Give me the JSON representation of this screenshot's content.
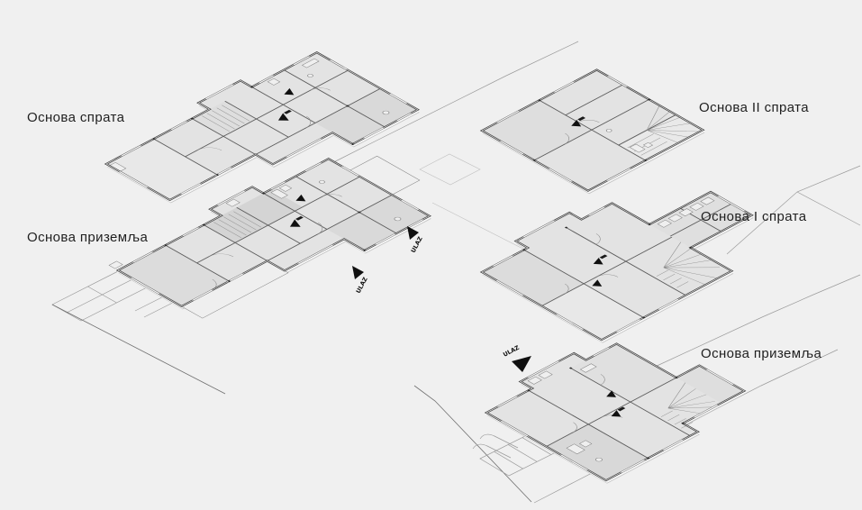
{
  "scene": {
    "background_color": "#f0f0f0",
    "floor_fill_color": "#e3e3e3",
    "wall_color": "#3d3d3d",
    "site_line_color": "#9b9b9b",
    "arrow_color": "#101010"
  },
  "labels": {
    "left_floor": "Основа спрата",
    "left_ground": "Основа приземља",
    "right_second": "Основа II спрата",
    "right_first": "Основа I спрата",
    "right_ground": "Основа приземља"
  },
  "entrance_labels": {
    "left_a": "ULAZ",
    "left_b": "ULAZ",
    "right": "ULAZ"
  },
  "plans": [
    {
      "id": "left-upper-floor",
      "label_key": "left_floor"
    },
    {
      "id": "left-ground-floor",
      "label_key": "left_ground"
    },
    {
      "id": "right-second-floor",
      "label_key": "right_second"
    },
    {
      "id": "right-first-floor",
      "label_key": "right_first"
    },
    {
      "id": "right-ground-floor",
      "label_key": "right_ground"
    }
  ]
}
